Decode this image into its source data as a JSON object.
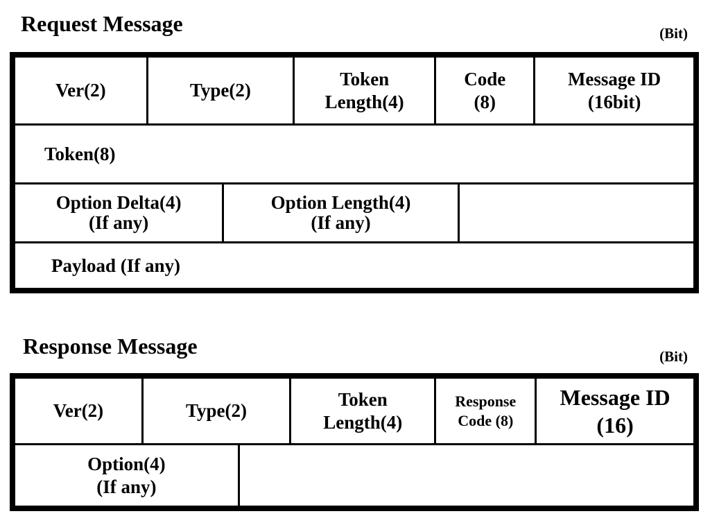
{
  "request": {
    "title": "Request Message",
    "unit_label": "(Bit)",
    "rows": [
      {
        "cells": [
          {
            "lines": [
              "Ver(2)"
            ]
          },
          {
            "lines": [
              "Type(2)"
            ]
          },
          {
            "lines": [
              "Token",
              "Length(4)"
            ]
          },
          {
            "lines": [
              "Code",
              "(8)"
            ]
          },
          {
            "lines": [
              "Message ID",
              "(16bit)"
            ]
          }
        ]
      },
      {
        "cells": [
          {
            "lines": [
              "Token(8)"
            ]
          }
        ]
      },
      {
        "cells": [
          {
            "lines": [
              "Option Delta(4)",
              "(If any)"
            ]
          },
          {
            "lines": [
              "Option Length(4)",
              "(If any)"
            ]
          },
          {
            "lines": []
          }
        ]
      },
      {
        "cells": [
          {
            "lines": [
              "Payload (If any)"
            ]
          }
        ]
      }
    ]
  },
  "response": {
    "title": "Response Message",
    "unit_label": "(Bit)",
    "rows": [
      {
        "cells": [
          {
            "lines": [
              "Ver(2)"
            ]
          },
          {
            "lines": [
              "Type(2)"
            ]
          },
          {
            "lines": [
              "Token",
              "Length(4)"
            ]
          },
          {
            "lines": [
              "Response",
              "Code (8)"
            ]
          },
          {
            "lines": [
              "Message ID",
              "(16)"
            ]
          }
        ]
      },
      {
        "cells": [
          {
            "lines": [
              "Option(4)",
              "(If any)"
            ]
          },
          {
            "lines": []
          }
        ]
      }
    ]
  },
  "colors": {
    "border": "#000000",
    "background": "#ffffff",
    "text": "#000000"
  }
}
